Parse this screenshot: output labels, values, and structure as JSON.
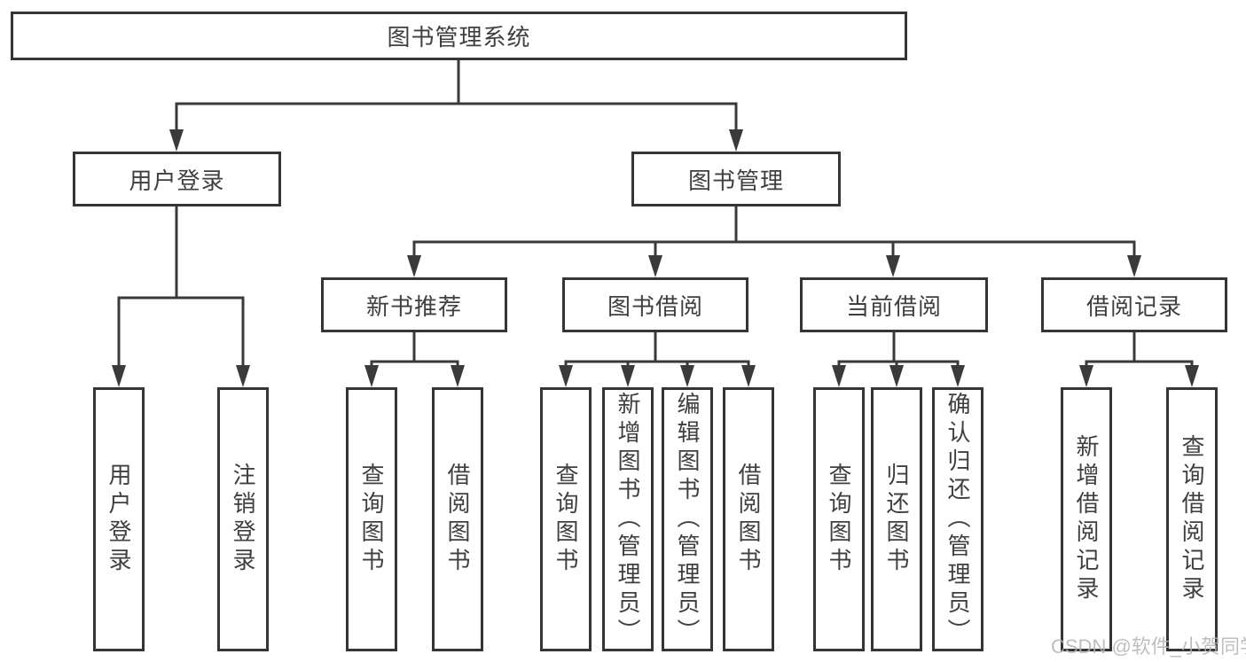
{
  "title": "图书管理系统",
  "tree": {
    "label": "图书管理系统",
    "children": [
      {
        "label": "用户登录",
        "children": [
          {
            "label": "用户登录"
          },
          {
            "label": "注销登录"
          }
        ]
      },
      {
        "label": "图书管理",
        "children": [
          {
            "label": "新书推荐",
            "children": [
              {
                "label": "查询图书"
              },
              {
                "label": "借阅图书"
              }
            ]
          },
          {
            "label": "图书借阅",
            "children": [
              {
                "label": "查询图书"
              },
              {
                "label": "新增图书（管理员）"
              },
              {
                "label": "编辑图书（管理员）"
              },
              {
                "label": "借阅图书"
              }
            ]
          },
          {
            "label": "当前借阅",
            "children": [
              {
                "label": "查询图书"
              },
              {
                "label": "归还图书"
              },
              {
                "label": "确认归还（管理员）"
              }
            ]
          },
          {
            "label": "借阅记录",
            "children": [
              {
                "label": "新增借阅记录"
              },
              {
                "label": "查询借阅记录"
              }
            ]
          }
        ]
      }
    ]
  },
  "watermark": "CSDN @软件_小贺同学",
  "colors": {
    "line": "#3a3a3a",
    "border": "#353535",
    "text": "#3f3f3f",
    "background": "#ffffff",
    "watermark": "#b3b3b3"
  }
}
